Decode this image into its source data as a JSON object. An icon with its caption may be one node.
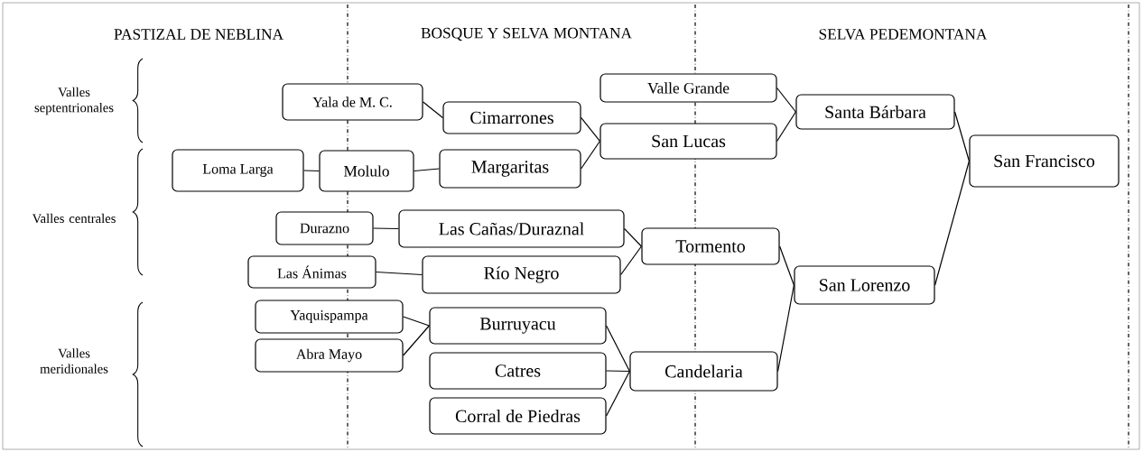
{
  "diagram": {
    "nodes": [
      {
        "text": [
          "Yala de M. C."
        ]
      },
      {
        "text": [
          "Cimarrones"
        ]
      },
      {
        "text": [
          "Valle Grande"
        ]
      },
      {
        "text": [
          "San Lucas"
        ]
      },
      {
        "text": [
          "Santa Bárbara"
        ]
      },
      {
        "text": [
          "San Francisco"
        ]
      },
      {
        "text": [
          "Loma Larga"
        ]
      },
      {
        "text": [
          "Molulo"
        ]
      },
      {
        "text": [
          "Margaritas"
        ]
      },
      {
        "text": [
          "Durazno"
        ]
      },
      {
        "text": [
          "Las Cañas/Duraznal"
        ]
      },
      {
        "text": [
          "Las Ánimas"
        ]
      },
      {
        "text": [
          "Río Negro"
        ]
      },
      {
        "text": [
          "Tormento"
        ]
      },
      {
        "text": [
          "San Lorenzo"
        ]
      },
      {
        "text": [
          "Yaquispampa"
        ]
      },
      {
        "text": [
          "Abra Mayo"
        ]
      },
      {
        "text": [
          "Burruyacu"
        ]
      },
      {
        "text": [
          "Catres"
        ]
      },
      {
        "text": [
          "Corral de Piedras"
        ]
      },
      {
        "text": [
          "Candelaria"
        ]
      }
    ],
    "edges": [
      {
        "from": 0,
        "to": 1,
        "arrow": "none"
      },
      {
        "from": 1,
        "to": 3,
        "arrow": "none"
      },
      {
        "from": 8,
        "to": 3,
        "arrow": "none"
      },
      {
        "from": 2,
        "to": 4,
        "arrow": "none"
      },
      {
        "from": 3,
        "to": 4,
        "arrow": "none"
      },
      {
        "from": 4,
        "to": 5,
        "arrow": "none"
      },
      {
        "from": 6,
        "to": 7,
        "arrow": "none"
      },
      {
        "from": 7,
        "to": 8,
        "arrow": "none"
      },
      {
        "from": 9,
        "to": 10,
        "arrow": "none"
      },
      {
        "from": 11,
        "to": 12,
        "arrow": "none"
      },
      {
        "from": 10,
        "to": 13,
        "arrow": "none"
      },
      {
        "from": 12,
        "to": 13,
        "arrow": "none"
      },
      {
        "from": 13,
        "to": 14,
        "arrow": "none"
      },
      {
        "from": 20,
        "to": 14,
        "arrow": "none"
      },
      {
        "from": 14,
        "to": 5,
        "arrow": "none"
      },
      {
        "from": 15,
        "to": 17,
        "arrow": "none"
      },
      {
        "from": 16,
        "to": 17,
        "arrow": "none"
      },
      {
        "from": 17,
        "to": 20,
        "arrow": "none"
      },
      {
        "from": 18,
        "to": 20,
        "arrow": "none"
      },
      {
        "from": 19,
        "to": 20,
        "arrow": "none"
      }
    ],
    "labels": [
      "PASTIZAL DE NEBLINA",
      "BOSQUE Y SELVA MONTANA",
      "SELVA PEDEMONTANA",
      "Valles septentrionales",
      "Valles centrales",
      "Valles meridionales"
    ]
  }
}
